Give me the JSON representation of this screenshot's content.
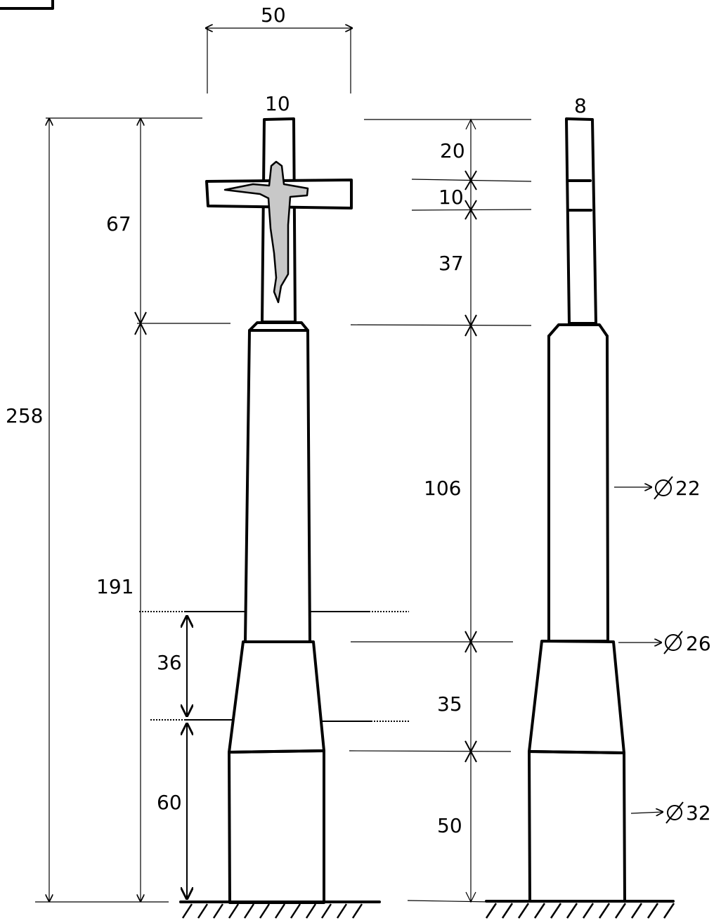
{
  "front_view": {
    "top_width": "50",
    "cross_width": "10",
    "total_height": "258",
    "cross_height": "67",
    "shaft_height": "191",
    "taper_height": "36",
    "base_height": "60"
  },
  "side_view": {
    "top_width": "8",
    "seg_top": "20",
    "seg_band": "10",
    "seg_lower": "37",
    "shaft_height": "106",
    "taper_height": "35",
    "base_height": "50",
    "diameter_shaft": "22",
    "diameter_taper": "26",
    "diameter_base": "32"
  },
  "colors": {
    "line": "#000000",
    "figure_fill": "#c8c8c8",
    "background": "#ffffff"
  }
}
